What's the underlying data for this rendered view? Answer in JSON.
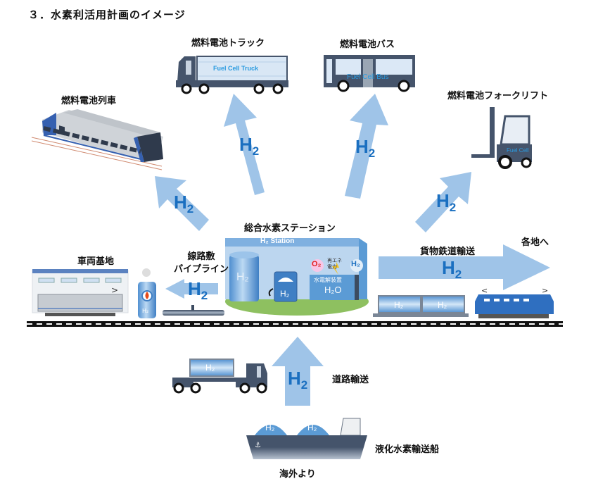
{
  "title": "３．水素利活用計画のイメージ",
  "station": {
    "label": "総合水素ステーション",
    "sign": "H₂ Station",
    "tank_label": "H₂",
    "dispenser_label": "H₂",
    "electrolyzer_label": "水電解装置",
    "electrolyzer_input": "H₂O",
    "o2_label": "O₂",
    "renewable_label_line1": "再エネ",
    "renewable_label_line2": "電力",
    "h2_bubble": "H₂"
  },
  "destinations": {
    "truck": {
      "label": "燃料電池トラック",
      "vehicle_text": "Fuel Cell Truck"
    },
    "bus": {
      "label": "燃料電池バス",
      "vehicle_text": "Fuel Cell Bus"
    },
    "train": {
      "label": "燃料電池列車"
    },
    "forklift": {
      "label": "燃料電池フォークリフト",
      "vehicle_text": "Fuel Cell"
    },
    "depot": {
      "label": "車両基地",
      "tank_label": "H₂"
    },
    "pipeline": {
      "label_line1": "線路敷",
      "label_line2": "パイプライン"
    },
    "freight": {
      "label": "貨物鉄道輸送",
      "container_label": "H₂"
    },
    "regions": {
      "label": "各地へ"
    }
  },
  "sources": {
    "road": {
      "label": "道路輸送",
      "container_label": "H₂"
    },
    "ship": {
      "label": "液化水素輸送船",
      "tank_label": "H₂"
    },
    "overseas": {
      "label": "海外より"
    }
  },
  "arrows": {
    "h2_main": "H",
    "h2_sub": "2"
  },
  "colors": {
    "arrow": "#9fc4e8",
    "h2_text": "#1a6fc0",
    "vehicle_dark": "#45546b",
    "station_blue": "#5b9bd5"
  }
}
